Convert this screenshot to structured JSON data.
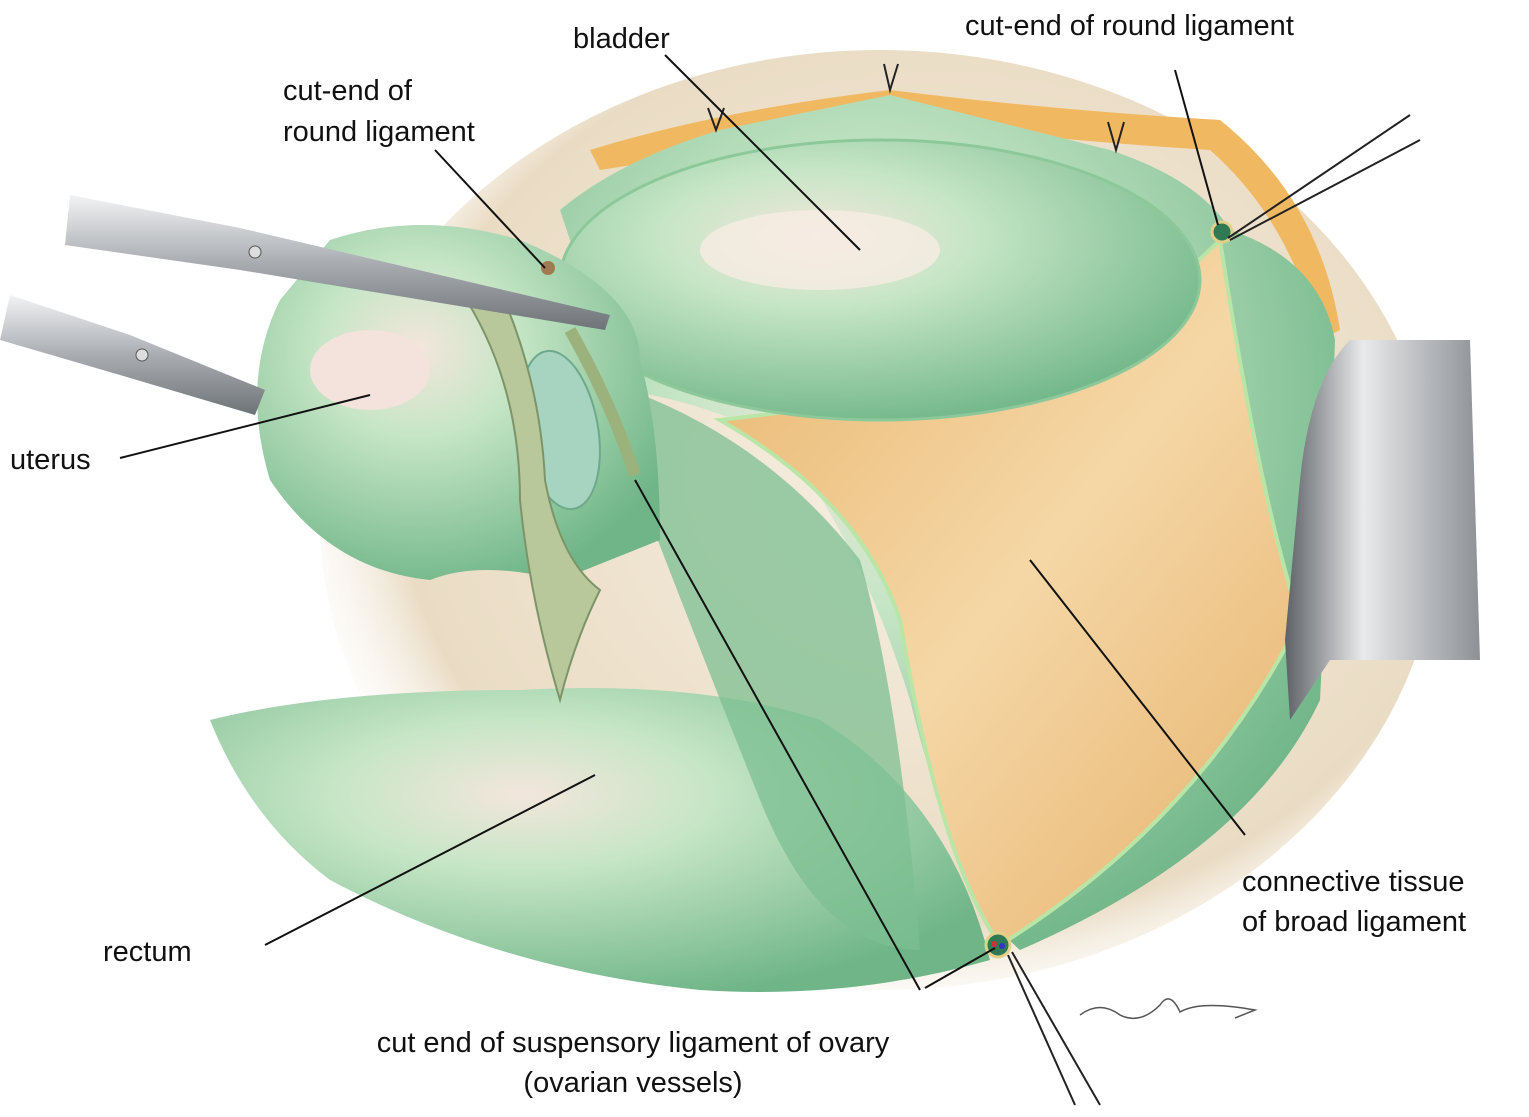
{
  "figure": {
    "labels": {
      "bladder": "bladder",
      "round_ligament_right": "cut-end of round ligament",
      "round_ligament_left_1": "cut-end of",
      "round_ligament_left_2": "round ligament",
      "uterus": "uterus",
      "rectum": "rectum",
      "suspensory_1": "cut end of suspensory ligament of ovary",
      "suspensory_2": "(ovarian vessels)",
      "connective_1": "connective tissue",
      "connective_2": "of broad ligament"
    },
    "signature": "signature",
    "colors": {
      "peritoneum": "#9fd3a8",
      "connective": "#ecc48a",
      "fat": "#f0b860",
      "background_tissue": "#eee3cf",
      "instrument": "#b9bcc0"
    }
  }
}
